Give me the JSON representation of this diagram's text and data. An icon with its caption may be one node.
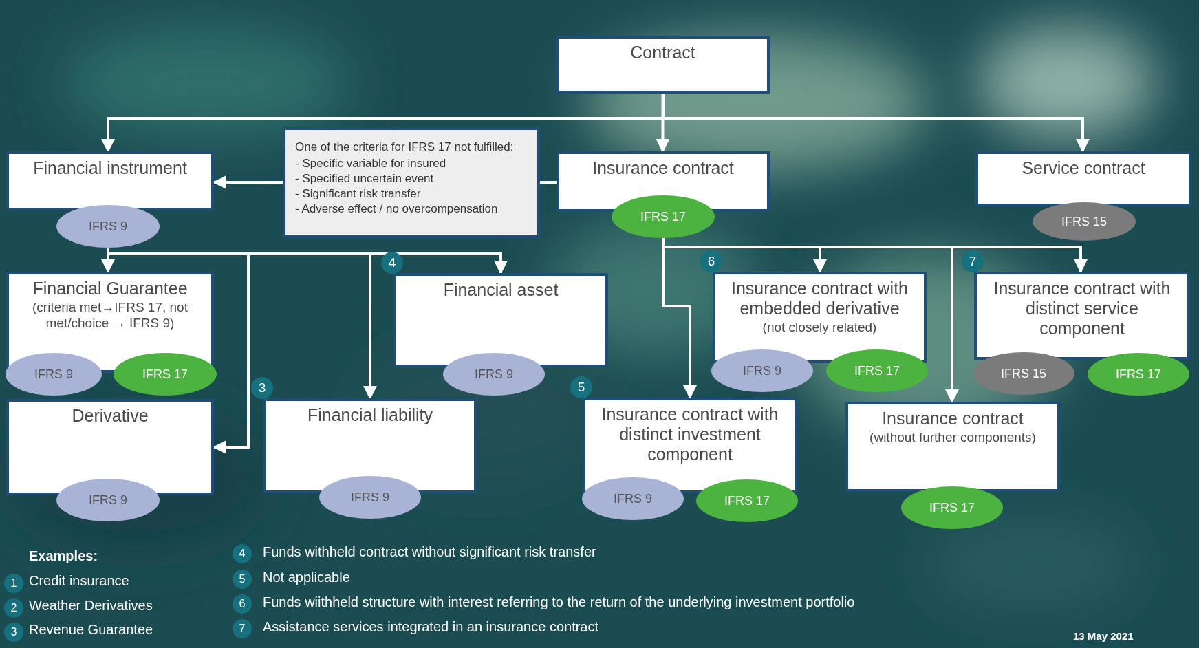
{
  "diagram": {
    "nodes": [
      {
        "text": [
          "Contract"
        ]
      },
      {
        "text": [
          "Financial instrument"
        ]
      },
      {
        "text": [
          "IFRS 9"
        ]
      },
      {
        "text": [
          "One of the criteria for IFRS 17 not fulfilled:",
          "- Specific variable for insured",
          "- Specified uncertain event",
          "- Significant risk transfer",
          "- Adverse effect / no overcompensation"
        ]
      },
      {
        "text": [
          "Insurance contract"
        ]
      },
      {
        "text": [
          "IFRS 17"
        ]
      },
      {
        "text": [
          "Service contract"
        ]
      },
      {
        "text": [
          "IFRS 15"
        ]
      },
      {
        "text": [
          "Financial Guarantee",
          "(criteria met→IFRS 17, not met/choice → IFRS 9)"
        ]
      },
      {
        "text": [
          "IFRS 9"
        ]
      },
      {
        "text": [
          "IFRS 17"
        ]
      },
      {
        "text": [
          "Financial asset"
        ],
        "beside": [
          "4"
        ]
      },
      {
        "text": [
          "IFRS 9"
        ]
      },
      {
        "text": [
          "Insurance contract with embedded derivative",
          "(not closely related)"
        ],
        "beside": [
          "6"
        ]
      },
      {
        "text": [
          "IFRS 9"
        ]
      },
      {
        "text": [
          "IFRS 17"
        ]
      },
      {
        "text": [
          "Insurance contract with distinct service component"
        ],
        "beside": [
          "7"
        ]
      },
      {
        "text": [
          "IFRS 15"
        ]
      },
      {
        "text": [
          "IFRS 17"
        ]
      },
      {
        "text": [
          "Derivative"
        ]
      },
      {
        "text": [
          "IFRS 9"
        ]
      },
      {
        "text": [
          "Financial liability"
        ],
        "beside": [
          "3"
        ]
      },
      {
        "text": [
          "IFRS 9"
        ]
      },
      {
        "text": [
          "Insurance contract with distinct investment component"
        ],
        "beside": [
          "5"
        ]
      },
      {
        "text": [
          "IFRS 9"
        ]
      },
      {
        "text": [
          "IFRS 17"
        ]
      },
      {
        "text": [
          "Insurance contract",
          "(without further components)"
        ]
      },
      {
        "text": [
          "IFRS 17"
        ]
      }
    ],
    "edges": [
      {
        "from": 0,
        "to": 1,
        "arrow": "to"
      },
      {
        "from": 0,
        "to": 4,
        "arrow": "to"
      },
      {
        "from": 0,
        "to": 6,
        "arrow": "to"
      },
      {
        "from": 4,
        "to": 3,
        "arrow": "none"
      },
      {
        "from": 3,
        "to": 1,
        "arrow": "to"
      },
      {
        "from": 2,
        "to": 8,
        "arrow": "to"
      },
      {
        "from": 2,
        "to": 19,
        "arrow": "to"
      },
      {
        "from": 2,
        "to": 21,
        "arrow": "to"
      },
      {
        "from": 2,
        "to": 11,
        "arrow": "to"
      },
      {
        "from": 5,
        "to": 23,
        "arrow": "to"
      },
      {
        "from": 5,
        "to": 13,
        "arrow": "to"
      },
      {
        "from": 5,
        "to": 26,
        "arrow": "to"
      },
      {
        "from": 5,
        "to": 16,
        "arrow": "to"
      }
    ],
    "labels": [
      "Examples:",
      "1",
      "Credit insurance",
      "2",
      "Weather Derivatives",
      "3",
      "Revenue Guarantee",
      "4",
      "Funds withheld contract without significant risk transfer",
      "5",
      "Not applicable",
      "6",
      "Funds wiithheld structure with interest referring to the return of the underlying investment portfolio",
      "7",
      "Assistance services integrated in an insurance contract",
      "13 May 2021"
    ]
  }
}
